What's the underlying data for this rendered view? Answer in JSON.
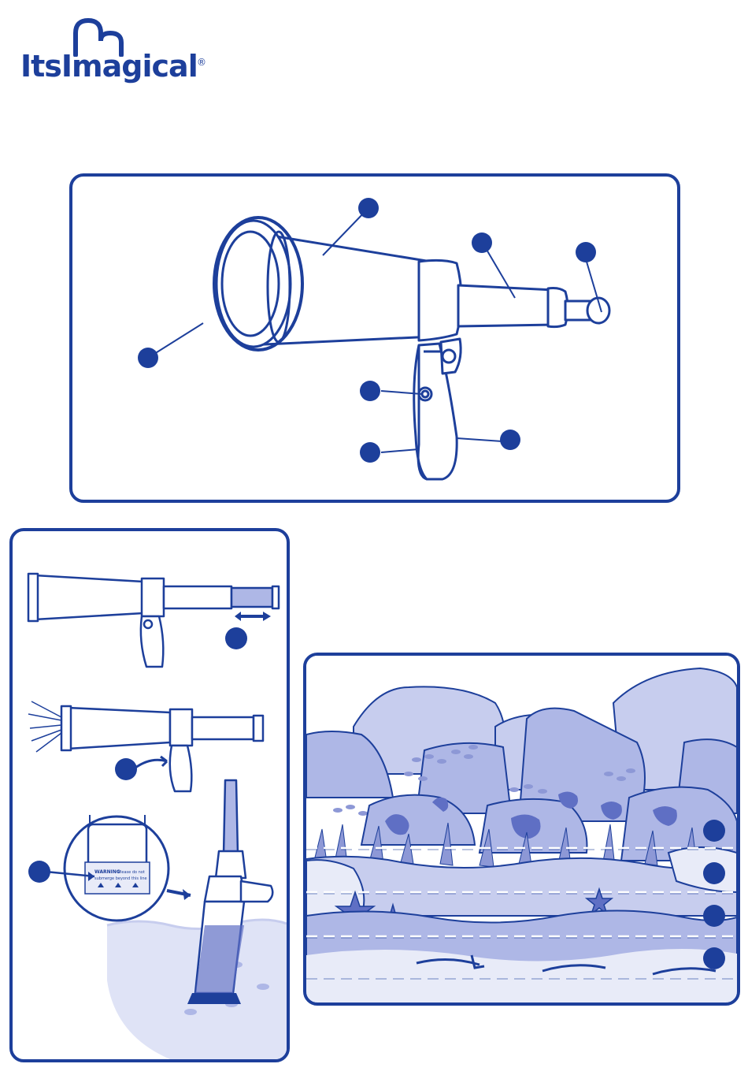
{
  "brand": {
    "name": "ItsImagical",
    "registered_mark": "®",
    "color": "#1d3f9b"
  },
  "colors": {
    "outline": "#1d3f9b",
    "fill_light": "#e8ebf8",
    "fill_mid": "#c7cdee",
    "fill_dark": "#8d98d6",
    "water": "#aeb7e6"
  },
  "warning_label": {
    "title": "WARNING",
    "line1": "Please do not",
    "line2": "submerge beyond this line"
  }
}
